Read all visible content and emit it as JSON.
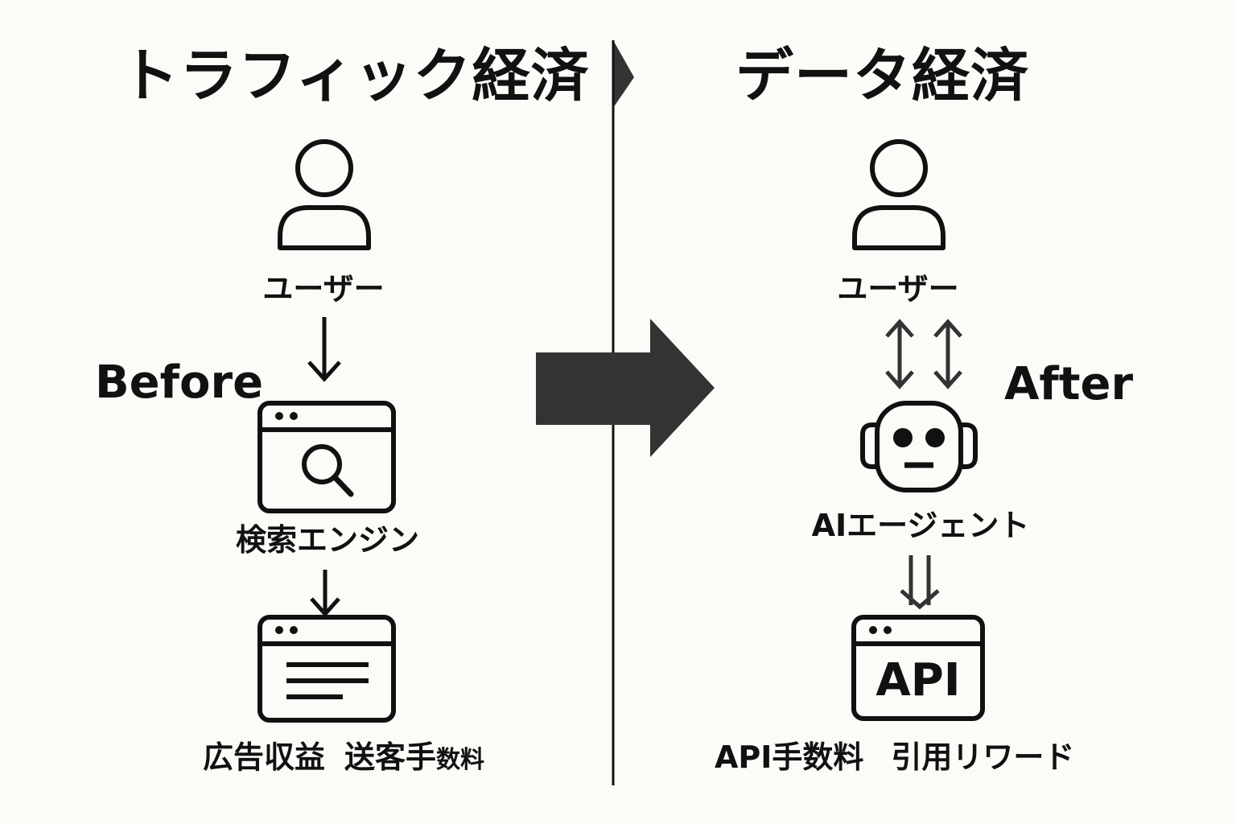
{
  "left": {
    "title": "トラフィック経済",
    "side_label": "Before",
    "user_label": "ユーザー",
    "search_label": "検索エンジン",
    "revenue_label_a": "広告収益",
    "revenue_label_b": "送客手",
    "revenue_label_c": "数料"
  },
  "right": {
    "title": "データ経済",
    "side_label": "After",
    "user_label": "ユーザー",
    "agent_label": "AIエージェント",
    "api_box_text": "API",
    "revenue_label_a": "API手数料",
    "revenue_label_b": "引用リワード"
  },
  "colors": {
    "background": "#FBFBF8",
    "ink": "#111111",
    "arrow_fill": "#333333",
    "arrow_stroke": "#444444"
  }
}
